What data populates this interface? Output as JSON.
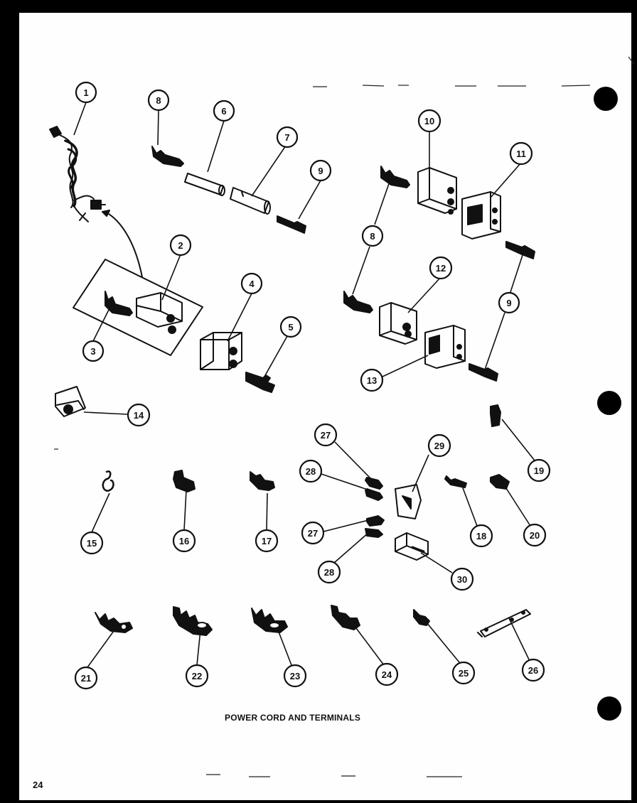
{
  "caption": "POWER CORD AND TERMINALS",
  "page_number": "24",
  "callouts": [
    {
      "id": "c1",
      "label": "1"
    },
    {
      "id": "c2",
      "label": "2"
    },
    {
      "id": "c3",
      "label": "3"
    },
    {
      "id": "c4",
      "label": "4"
    },
    {
      "id": "c5",
      "label": "5"
    },
    {
      "id": "c6",
      "label": "6"
    },
    {
      "id": "c7",
      "label": "7"
    },
    {
      "id": "c8a",
      "label": "8"
    },
    {
      "id": "c8b",
      "label": "8"
    },
    {
      "id": "c9a",
      "label": "9"
    },
    {
      "id": "c9b",
      "label": "9"
    },
    {
      "id": "c10",
      "label": "10"
    },
    {
      "id": "c11",
      "label": "11"
    },
    {
      "id": "c12",
      "label": "12"
    },
    {
      "id": "c13",
      "label": "13"
    },
    {
      "id": "c14",
      "label": "14"
    },
    {
      "id": "c15",
      "label": "15"
    },
    {
      "id": "c16",
      "label": "16"
    },
    {
      "id": "c17",
      "label": "17"
    },
    {
      "id": "c18",
      "label": "18"
    },
    {
      "id": "c19",
      "label": "19"
    },
    {
      "id": "c20",
      "label": "20"
    },
    {
      "id": "c21",
      "label": "21"
    },
    {
      "id": "c22",
      "label": "22"
    },
    {
      "id": "c23",
      "label": "23"
    },
    {
      "id": "c24",
      "label": "24"
    },
    {
      "id": "c25",
      "label": "25"
    },
    {
      "id": "c26",
      "label": "26"
    },
    {
      "id": "c27a",
      "label": "27"
    },
    {
      "id": "c27b",
      "label": "27"
    },
    {
      "id": "c28a",
      "label": "28"
    },
    {
      "id": "c28b",
      "label": "28"
    },
    {
      "id": "c29",
      "label": "29"
    },
    {
      "id": "c30",
      "label": "30"
    }
  ]
}
